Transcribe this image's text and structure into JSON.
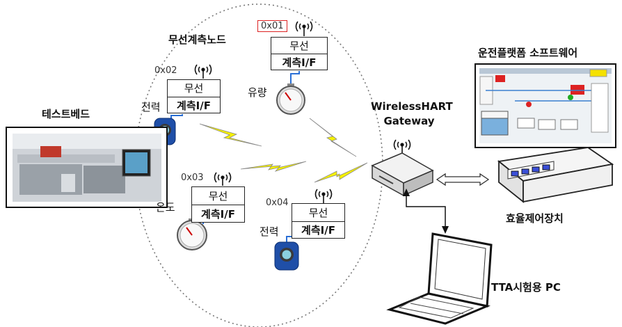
{
  "labels": {
    "sensor_nodes": "무선계측노드",
    "testbed": "테스트베드",
    "gateway_line1": "WirelessHART",
    "gateway_line2": "Gateway",
    "platform": "운전플랫폼 소프트웨어",
    "controller": "효율제어장치",
    "tta_pc": "TTA시험용 PC"
  },
  "nodes": [
    {
      "addr": "0x01",
      "top": "무선",
      "bottom": "계측I/F",
      "sensor": "유량"
    },
    {
      "addr": "0x02",
      "top": "무선",
      "bottom": "계측I/F",
      "sensor": "전력"
    },
    {
      "addr": "0x03",
      "top": "무선",
      "bottom": "계측I/F",
      "sensor": "온도"
    },
    {
      "addr": "0x04",
      "top": "무선",
      "bottom": "계측I/F",
      "sensor": "전력"
    }
  ]
}
